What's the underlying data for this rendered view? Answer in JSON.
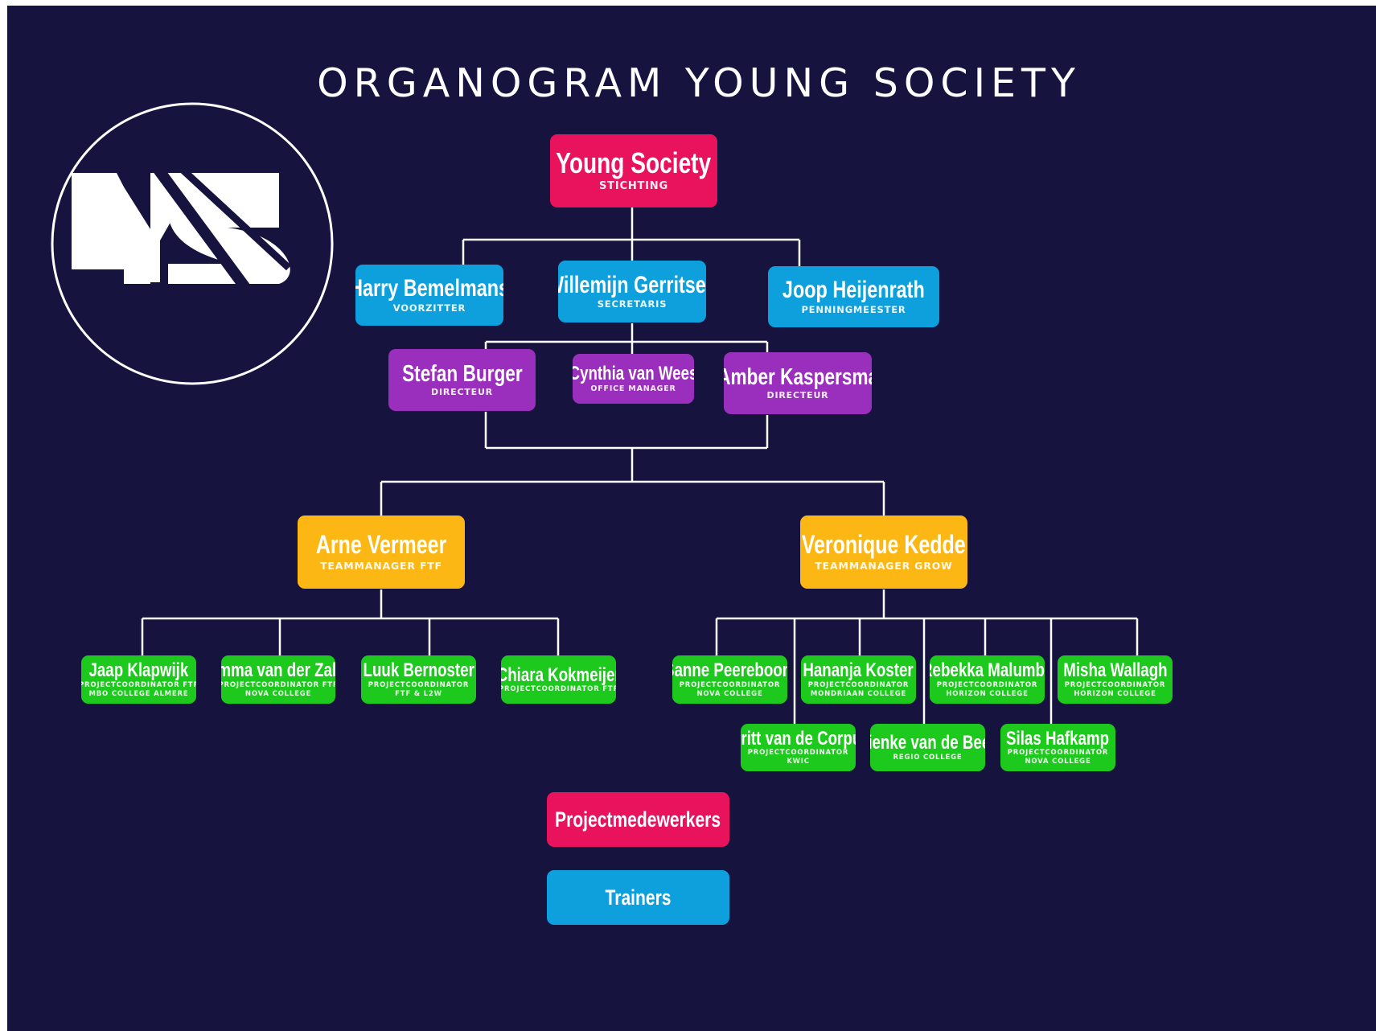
{
  "title": "ORGANOGRAM YOUNG SOCIETY",
  "logo": {
    "text": "YS",
    "icon": "ys-logo-icon"
  },
  "colors": {
    "background": "#16143f",
    "top": "#e8135c",
    "board": "#0ea0dc",
    "management": "#9b2fbd",
    "teammanager": "#fdb714",
    "coordinator": "#1cc91c",
    "connector": "#ffffff"
  },
  "top": {
    "name": "Young Society",
    "role": "STICHTING"
  },
  "board": [
    {
      "name": "Harry Bemelmans",
      "role": "VOORZITTER"
    },
    {
      "name": "Willemijn Gerritsen",
      "role": "SECRETARIS"
    },
    {
      "name": "Joop Heijenrath",
      "role": "PENNINGMEESTER"
    }
  ],
  "management": [
    {
      "name": "Stefan Burger",
      "role": "DIRECTEUR"
    },
    {
      "name": "Cynthia van Wees",
      "role": "OFFICE MANAGER"
    },
    {
      "name": "Amber Kaspersma",
      "role": "DIRECTEUR"
    }
  ],
  "teammanagers": [
    {
      "name": "Arne Vermeer",
      "role": "TEAMMANAGER FTF"
    },
    {
      "name": "Veronique Kedde",
      "role": "TEAMMANAGER GROW"
    }
  ],
  "ftf_team": [
    {
      "name": "Jaap Klapwijk",
      "role": "PROJECTCOORDINATOR FTF",
      "role2": "MBO COLLEGE ALMERE"
    },
    {
      "name": "Emma van der Zalm",
      "role": "PROJECTCOORDINATOR FTF",
      "role2": "NOVA COLLEGE"
    },
    {
      "name": "Luuk Bernoster",
      "role": "PROJECTCOORDINATOR",
      "role2": "FTF & L2W"
    },
    {
      "name": "Chiara Kokmeijer",
      "role": "PROJECTCOORDINATOR FTF",
      "role2": ""
    }
  ],
  "grow_team_row1": [
    {
      "name": "Sanne Peereboom",
      "role": "PROJECTCOORDINATOR",
      "role2": "NOVA COLLEGE"
    },
    {
      "name": "Hananja Koster",
      "role": "PROJECTCOORDINATOR",
      "role2": "MONDRIAAN COLLEGE"
    },
    {
      "name": "Rebekka Malumba",
      "role": "PROJECTCOORDINATOR",
      "role2": "HORIZON COLLEGE"
    },
    {
      "name": "Misha Wallagh",
      "role": "PROJECTCOORDINATOR",
      "role2": "HORIZON COLLEGE"
    }
  ],
  "grow_team_row2": [
    {
      "name": "Britt van de Corput",
      "role": "PROJECTCOORDINATOR",
      "role2": "KWIC"
    },
    {
      "name": "Nienke van de Beek",
      "role": "REGIO COLLEGE",
      "role2": ""
    },
    {
      "name": "Silas Hafkamp",
      "role": "PROJECTCOORDINATOR",
      "role2": "NOVA COLLEGE"
    }
  ],
  "legend": [
    {
      "name": "Projectmedewerkers"
    },
    {
      "name": "Trainers"
    }
  ]
}
